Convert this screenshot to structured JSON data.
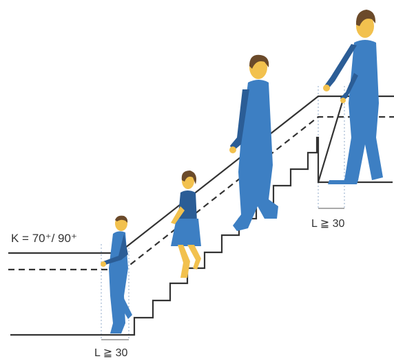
{
  "diagram": {
    "handrail_height_label": "K = 70⁺/ 90⁺",
    "extension_label_bottom": "L ≧ 30",
    "extension_label_top": "L ≧ 30",
    "colors": {
      "figure_blue": "#3d7fc3",
      "figure_blue_dark": "#2b5d96",
      "skin": "#f2c14e",
      "hair": "#6b4a2a",
      "line": "#333333",
      "guide": "#8fa8c8"
    },
    "figures": [
      "small-child",
      "girl",
      "adult-climbing",
      "adult-top"
    ]
  }
}
